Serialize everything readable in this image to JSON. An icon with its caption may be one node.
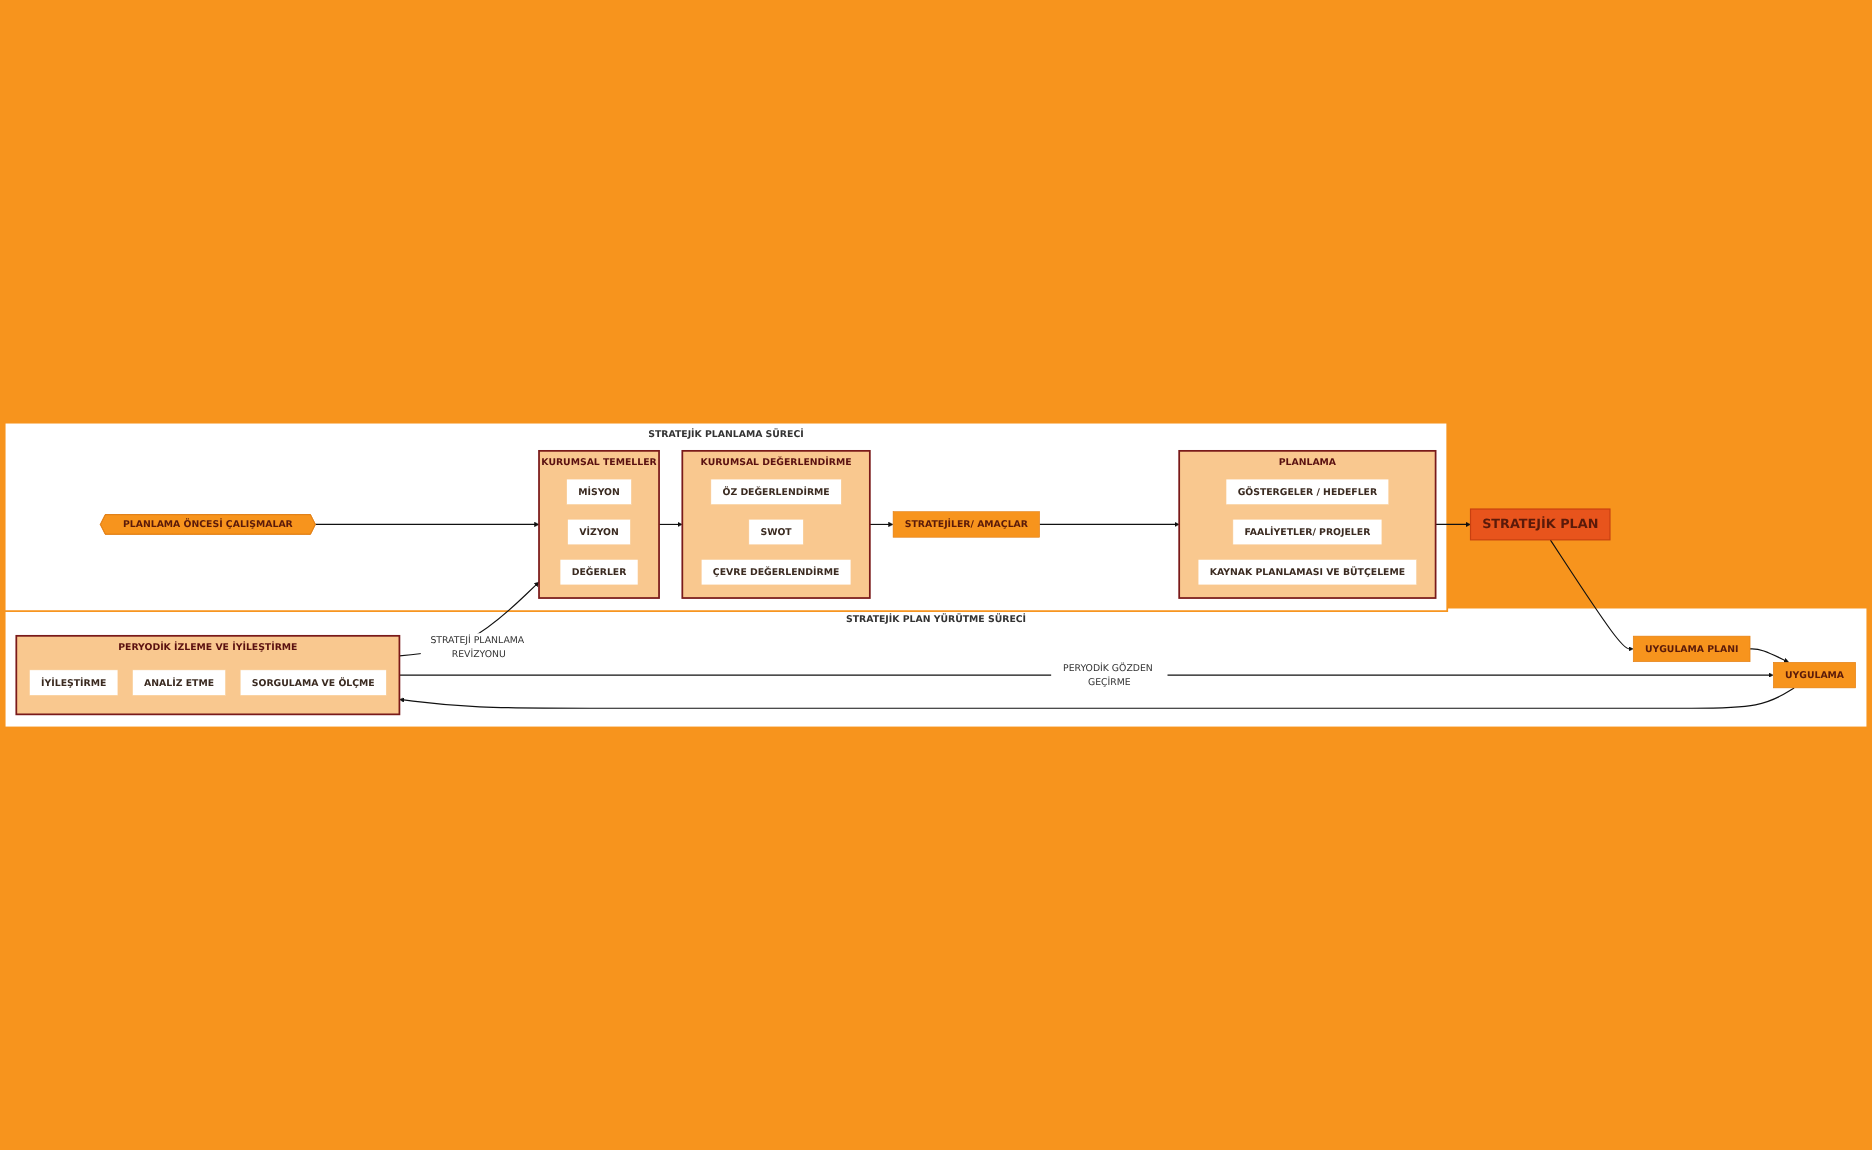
{
  "diagram": {
    "nodes": [
      {
        "text": [
          "STRATEJİK PLANLAMA SÜRECİ"
        ]
      },
      {
        "text": [
          "PLANLAMA ÖNCESİ ÇALIŞMALAR"
        ],
        "in": 0
      },
      {
        "text": [
          "KURUMSAL TEMELLER"
        ],
        "in": 0
      },
      {
        "text": [
          "MİSYON"
        ],
        "in": 2
      },
      {
        "text": [
          "VİZYON"
        ],
        "in": 2
      },
      {
        "text": [
          "DEĞERLER"
        ],
        "in": 2
      },
      {
        "text": [
          "KURUMSAL DEĞERLENDİRME"
        ],
        "in": 0
      },
      {
        "text": [
          "ÖZ DEĞERLENDİRME"
        ],
        "in": 6
      },
      {
        "text": [
          "SWOT"
        ],
        "in": 6
      },
      {
        "text": [
          "ÇEVRE DEĞERLENDİRME"
        ],
        "in": 6
      },
      {
        "text": [
          "STRATEJİLER/ AMAÇLAR"
        ],
        "in": 0
      },
      {
        "text": [
          "PLANLAMA"
        ],
        "in": 0
      },
      {
        "text": [
          "GÖSTERGELER / HEDEFLER"
        ],
        "in": 11
      },
      {
        "text": [
          "FAALİYETLER/ PROJELER"
        ],
        "in": 11
      },
      {
        "text": [
          "KAYNAK PLANLAMASI VE BÜTÇELEME"
        ],
        "in": 11
      },
      {
        "text": [
          "STRATEJİK PLAN"
        ]
      },
      {
        "text": [
          "STRATEJİK PLAN YÜRÜTME SÜRECİ"
        ]
      },
      {
        "text": [
          "PERYODİK İZLEME VE İYİLEŞTİRME"
        ],
        "in": 16
      },
      {
        "text": [
          "İYİLEŞTİRME"
        ],
        "in": 17
      },
      {
        "text": [
          "ANALİZ ETME"
        ],
        "in": 17
      },
      {
        "text": [
          "SORGULAMA VE ÖLÇME"
        ],
        "in": 17
      },
      {
        "text": [
          "UYGULAMA"
        ],
        "in": 16
      },
      {
        "text": [
          "UYGULAMA PLANI"
        ],
        "in": 16
      }
    ],
    "edges": [
      {
        "from": 1,
        "to": 2,
        "arrow": "to"
      },
      {
        "from": 2,
        "to": 6,
        "arrow": "to"
      },
      {
        "from": 6,
        "to": 10,
        "arrow": "to"
      },
      {
        "from": 10,
        "to": 11,
        "arrow": "to"
      },
      {
        "from": 11,
        "to": 15,
        "arrow": "to"
      },
      {
        "from": 15,
        "to": 22,
        "arrow": "to"
      },
      {
        "from": 22,
        "to": 21,
        "arrow": "to"
      },
      {
        "from": 21,
        "to": 17,
        "arrow": "to"
      },
      {
        "from": 17,
        "to": 21,
        "label": "PERYODİK GÖZDEN GEÇİRME",
        "arrow": "to"
      },
      {
        "from": 17,
        "to": 2,
        "label": "STRATEJİ PLANLAMA REVİZYONU",
        "arrow": "to"
      }
    ]
  }
}
